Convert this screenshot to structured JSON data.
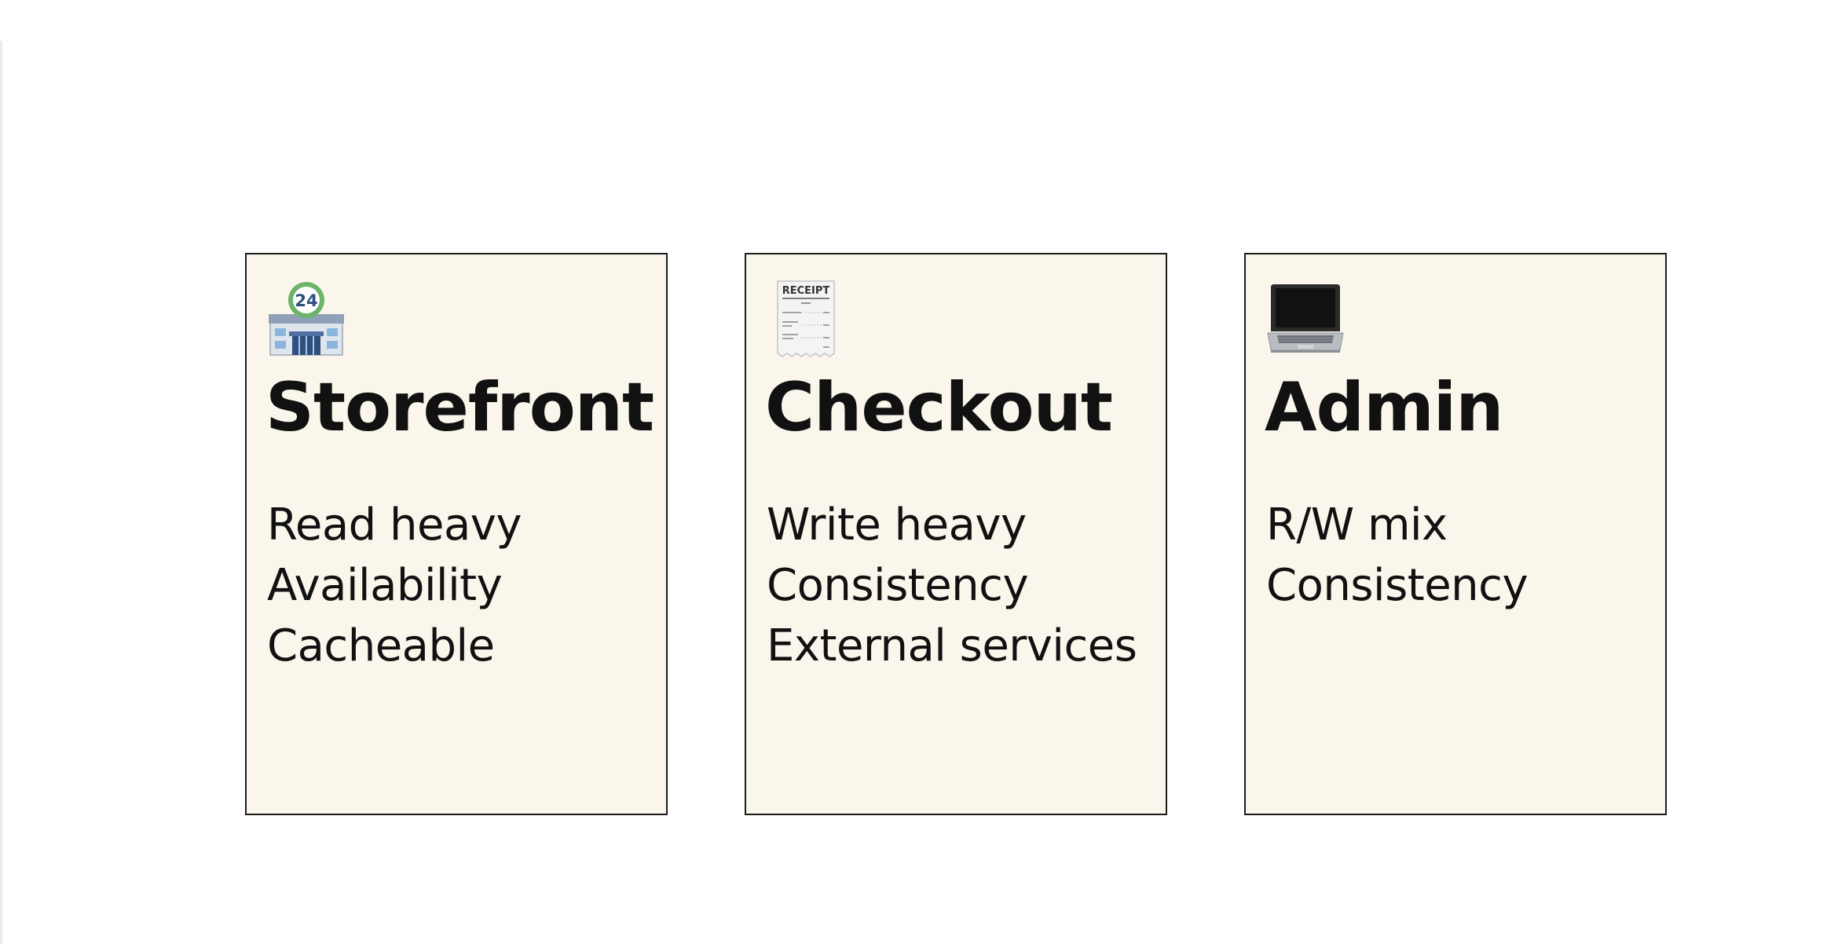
{
  "cards": [
    {
      "icon": "convenience-store-icon",
      "title": "Storefront",
      "points": [
        "Read heavy",
        "Availability",
        "Cacheable"
      ]
    },
    {
      "icon": "receipt-icon",
      "title": "Checkout",
      "points": [
        "Write heavy",
        "Consistency",
        "External services"
      ],
      "receipt_header": "RECEIPT"
    },
    {
      "icon": "laptop-icon",
      "title": "Admin",
      "points": [
        "R/W mix",
        "Consistency"
      ]
    }
  ],
  "colors": {
    "card_background": "#faf6ec",
    "card_border": "#1c1c1c",
    "text": "#111111",
    "store_roof": "#6db36a",
    "store_badge": "#2f4f7f"
  }
}
